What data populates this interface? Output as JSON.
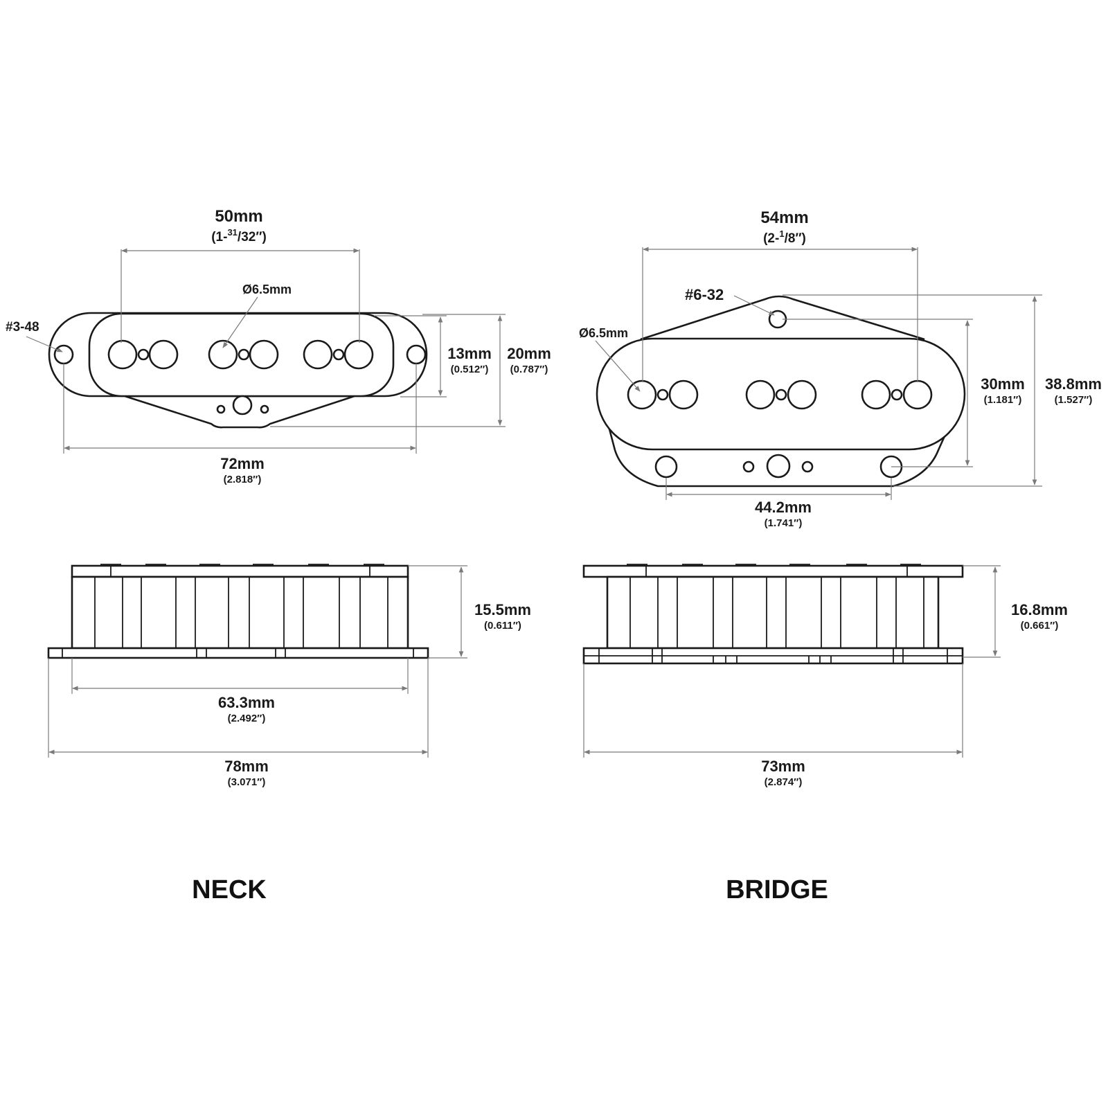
{
  "neck": {
    "label": "NECK",
    "top_view": {
      "pole_spacing": {
        "mm": "50mm",
        "inch_open": "(1-",
        "inch_num": "31",
        "inch_den": "/32",
        "inch_close": "″)"
      },
      "pole_diameter": "Ø6.5mm",
      "mount_screw": "#3-48",
      "inner_width": {
        "mm": "13mm",
        "inch": "(0.512″)"
      },
      "outer_width": {
        "mm": "20mm",
        "inch": "(0.787″)"
      },
      "mount_spacing": {
        "mm": "72mm",
        "inch": "(2.818″)"
      }
    },
    "side_view": {
      "height": {
        "mm": "15.5mm",
        "inch": "(0.611″)"
      },
      "bobbin_length": {
        "mm": "63.3mm",
        "inch": "(2.492″)"
      },
      "overall_length": {
        "mm": "78mm",
        "inch": "(3.071″)"
      }
    }
  },
  "bridge": {
    "label": "BRIDGE",
    "top_view": {
      "pole_spacing": {
        "mm": "54mm",
        "inch_open": "(2-",
        "inch_num": "1",
        "inch_den": "/8",
        "inch_close": "″)"
      },
      "pole_diameter": "Ø6.5mm",
      "mount_screw": "#6-32",
      "inner_width": {
        "mm": "30mm",
        "inch": "(1.181″)"
      },
      "outer_width": {
        "mm": "38.8mm",
        "inch": "(1.527″)"
      },
      "mount_spacing": {
        "mm": "44.2mm",
        "inch": "(1.741″)"
      }
    },
    "side_view": {
      "height": {
        "mm": "16.8mm",
        "inch": "(0.661″)"
      },
      "overall_length": {
        "mm": "73mm",
        "inch": "(2.874″)"
      }
    }
  }
}
